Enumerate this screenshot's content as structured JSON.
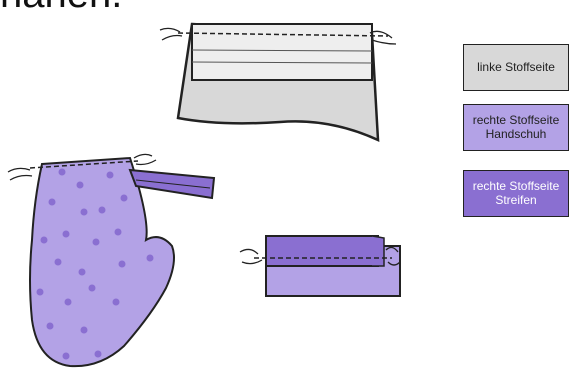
{
  "caption_fragment": "nähen.",
  "legend": [
    {
      "label": "linke Stoffseite",
      "color": "#d8d8d8",
      "text_color": "#222222"
    },
    {
      "label": "rechte Stoffseite Handschuh",
      "color": "#b3a2e6",
      "text_color": "#222222"
    },
    {
      "label": "rechte Stoffseite Streifen",
      "color": "#8a6fd1",
      "text_color": "#ffffff"
    }
  ],
  "colors": {
    "wrong_side": "#d8d8d8",
    "glove": "#b3a2e6",
    "strip": "#8a6fd1",
    "dots": "#8a6fd1",
    "outline": "#222222"
  }
}
